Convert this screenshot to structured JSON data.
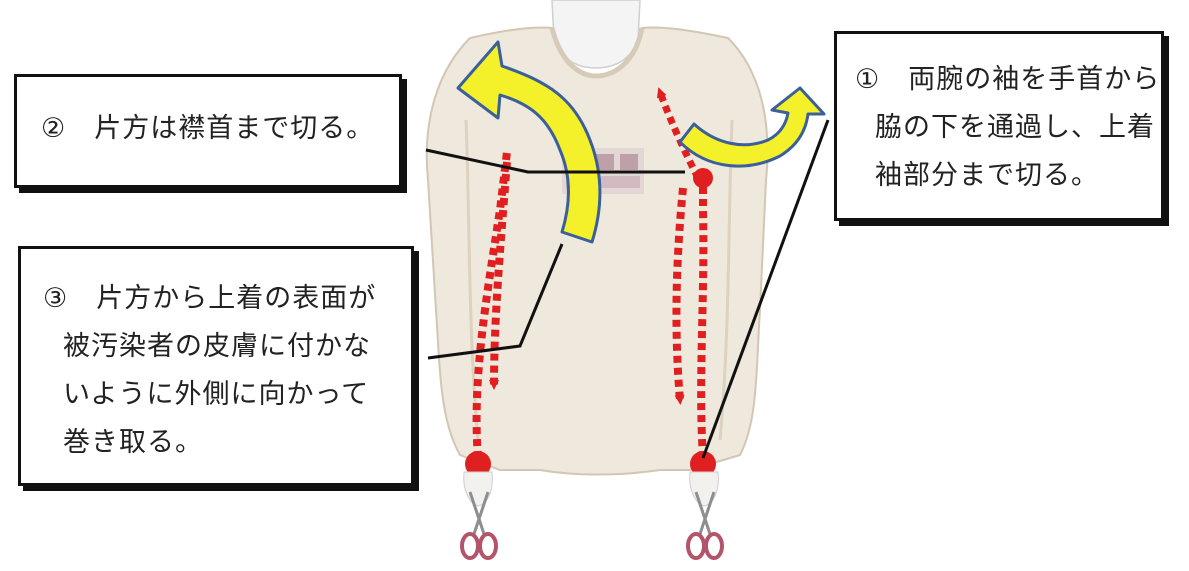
{
  "callouts": {
    "step1": {
      "lines": [
        "①　両腕の袖を手首から",
        "脇の下を通過し、上着",
        "袖部分まで切る。"
      ]
    },
    "step2": {
      "lines": [
        "②　片方は襟首まで切る。"
      ]
    },
    "step3": {
      "lines": [
        "③　片方から上着の表面が",
        "被汚染者の皮膚に付かな",
        "いように外側に向かって",
        "巻き取る。"
      ]
    }
  },
  "colors": {
    "shirt": "#efe8dc",
    "cut_line": "#e02020",
    "roll_arrow": "#f4f02a",
    "arrow_outline": "#3b5f9a",
    "leader_line": "#111111",
    "scissors_handle": "#b2546a"
  },
  "icons": {
    "left_scissors": "scissors-icon",
    "right_scissors": "scissors-icon"
  }
}
